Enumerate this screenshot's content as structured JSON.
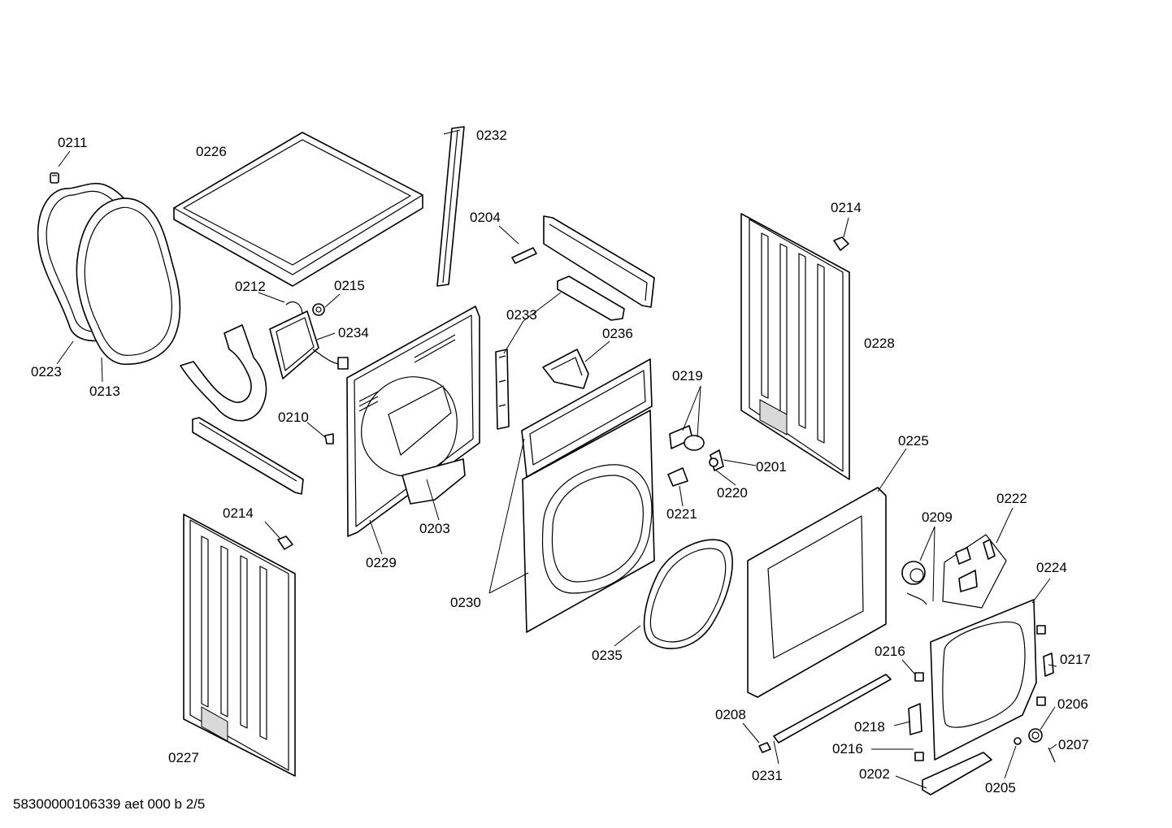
{
  "footer": {
    "document_code": "58300000106339 aet 000 b 2/5"
  },
  "parts": [
    {
      "id": "p0211",
      "label": "0211"
    },
    {
      "id": "p0226",
      "label": "0226"
    },
    {
      "id": "p0232",
      "label": "0232"
    },
    {
      "id": "p0204",
      "label": "0204"
    },
    {
      "id": "p0214a",
      "label": "0214"
    },
    {
      "id": "p0212",
      "label": "0212"
    },
    {
      "id": "p0215",
      "label": "0215"
    },
    {
      "id": "p0234",
      "label": "0234"
    },
    {
      "id": "p0233",
      "label": "0233"
    },
    {
      "id": "p0236",
      "label": "0236"
    },
    {
      "id": "p0228",
      "label": "0228"
    },
    {
      "id": "p0223",
      "label": "0223"
    },
    {
      "id": "p0213",
      "label": "0213"
    },
    {
      "id": "p0219",
      "label": "0219"
    },
    {
      "id": "p0210",
      "label": "0210"
    },
    {
      "id": "p0225",
      "label": "0225"
    },
    {
      "id": "p0201",
      "label": "0201"
    },
    {
      "id": "p0220",
      "label": "0220"
    },
    {
      "id": "p0222",
      "label": "0222"
    },
    {
      "id": "p0221",
      "label": "0221"
    },
    {
      "id": "p0214b",
      "label": "0214"
    },
    {
      "id": "p0203",
      "label": "0203"
    },
    {
      "id": "p0209",
      "label": "0209"
    },
    {
      "id": "p0229",
      "label": "0229"
    },
    {
      "id": "p0224",
      "label": "0224"
    },
    {
      "id": "p0230",
      "label": "0230"
    },
    {
      "id": "p0216a",
      "label": "0216"
    },
    {
      "id": "p0235",
      "label": "0235"
    },
    {
      "id": "p0217",
      "label": "0217"
    },
    {
      "id": "p0206",
      "label": "0206"
    },
    {
      "id": "p0208",
      "label": "0208"
    },
    {
      "id": "p0218",
      "label": "0218"
    },
    {
      "id": "p0207",
      "label": "0207"
    },
    {
      "id": "p0216b",
      "label": "0216"
    },
    {
      "id": "p0227",
      "label": "0227"
    },
    {
      "id": "p0231",
      "label": "0231"
    },
    {
      "id": "p0202",
      "label": "0202"
    },
    {
      "id": "p0205",
      "label": "0205"
    }
  ]
}
